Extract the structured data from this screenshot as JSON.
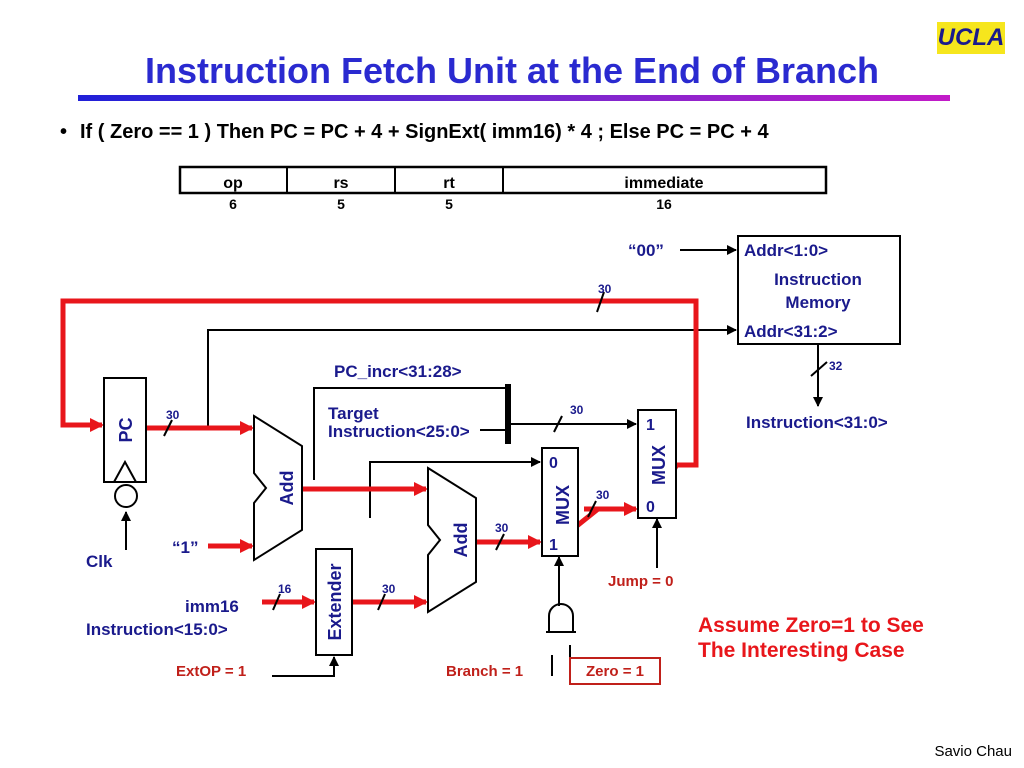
{
  "logo": "UCLA",
  "title": "Instruction Fetch Unit at the End of Branch",
  "bullet": "If ( Zero == 1 ) Then PC = PC + 4 + SignExt( imm16) * 4 ; Else PC = PC + 4",
  "format": {
    "fields": [
      "op",
      "rs",
      "rt",
      "immediate"
    ],
    "bits": [
      "6",
      "5",
      "5",
      "16"
    ]
  },
  "labels": {
    "zero_zero": "“00”",
    "imem_addr10": "Addr<1:0>",
    "imem_name1": "Instruction",
    "imem_name2": "Memory",
    "imem_addr312": "Addr<31:2>",
    "bus30_top": "30",
    "bus32": "32",
    "instruction": "Instruction<31:0>",
    "pc": "PC",
    "bus30_pc": "30",
    "pc_incr": "PC_incr<31:28>",
    "target1": "Target",
    "target2": "Instruction<25:0>",
    "bus30_target": "30",
    "add1": "Add",
    "one": "“1”",
    "clk": "Clk",
    "mux1_0": "0",
    "mux1_1": "1",
    "mux1_name": "MUX",
    "mux2_1": "1",
    "mux2_0": "0",
    "mux2_name": "MUX",
    "bus30_mux": "30",
    "add2": "Add",
    "bus30_add2": "30",
    "extender": "Extender",
    "imm16": "imm16",
    "imm16_src": "Instruction<15:0>",
    "bus16": "16",
    "bus30_ext": "30",
    "extop": "ExtOP = 1",
    "branch": "Branch = 1",
    "zero": "Zero = 1",
    "jump": "Jump = 0",
    "note1": "Assume Zero=1 to See",
    "note2": "The Interesting Case"
  },
  "colors": {
    "title": "#2a2ad0",
    "label_blue": "#1a1a8c",
    "path_red": "#e8161b",
    "control_red": "#c0201a"
  },
  "author": "Savio Chau"
}
